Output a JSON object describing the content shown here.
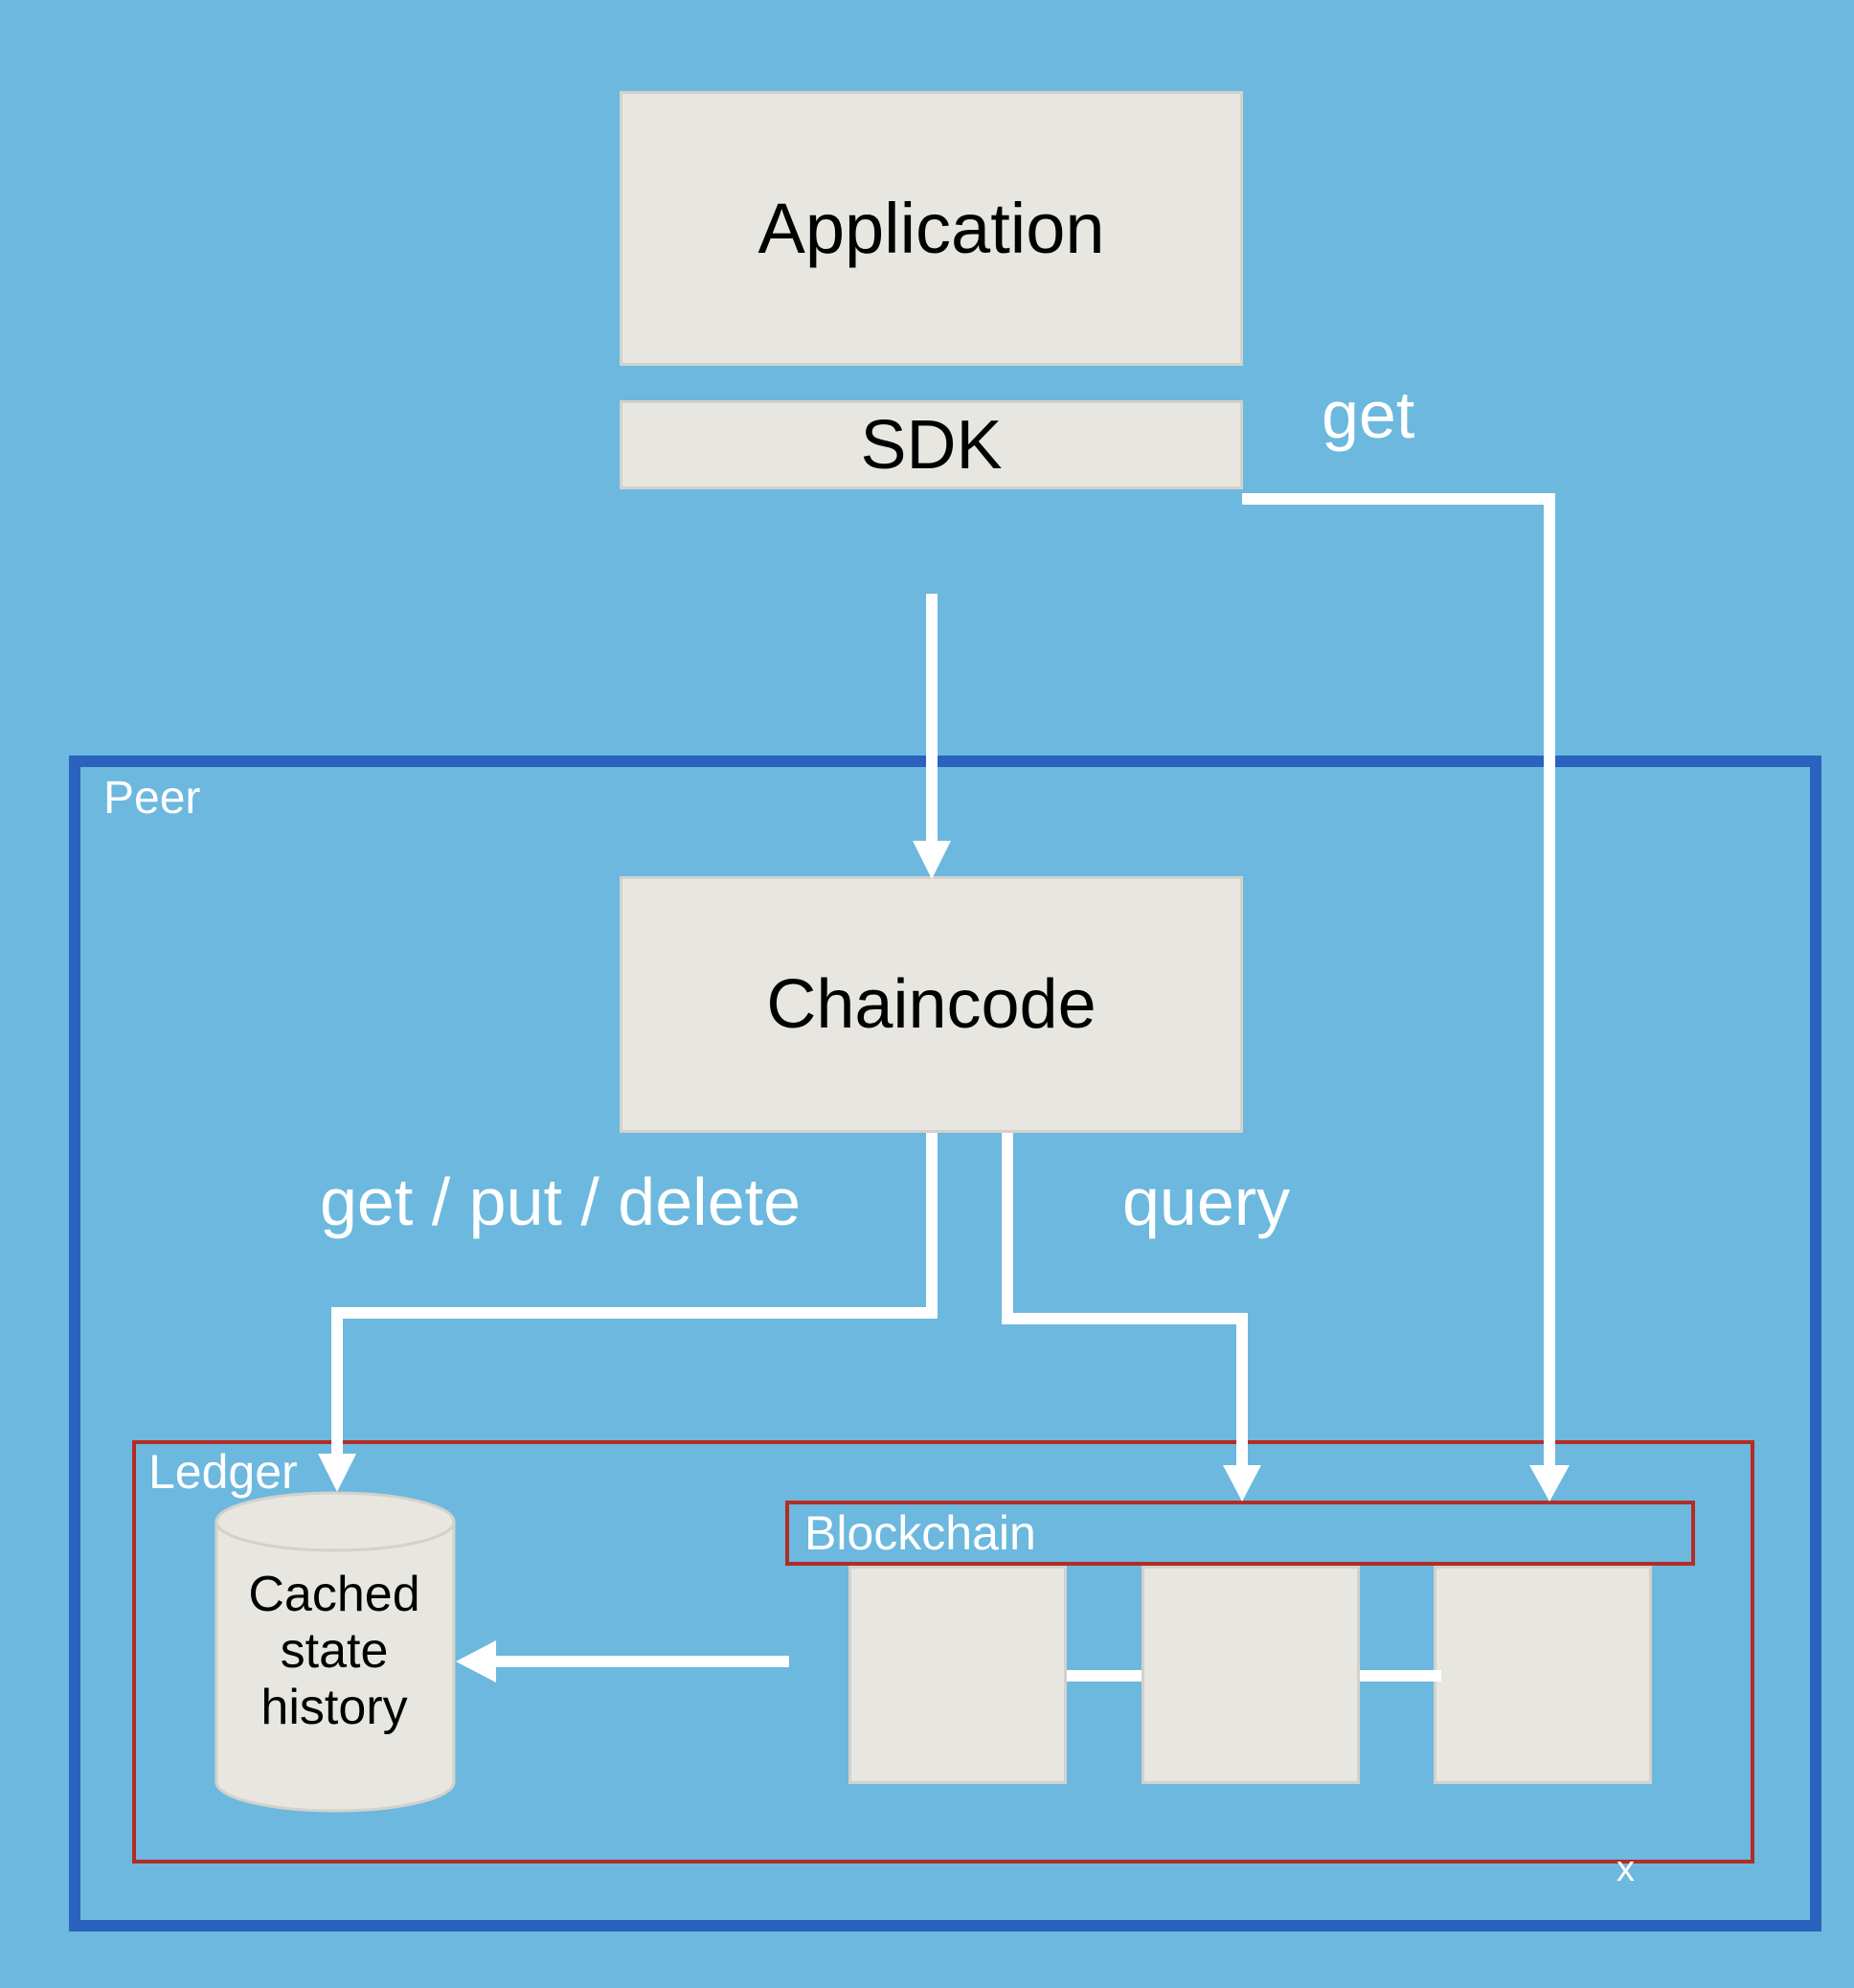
{
  "diagram": {
    "application": "Application",
    "sdk": "SDK",
    "get_label": "get",
    "peer_label": "Peer",
    "chaincode": "Chaincode",
    "get_put_delete_label": "get / put / delete",
    "query_label": "query",
    "ledger_label": "Ledger",
    "blockchain_label": "Blockchain",
    "cached_state_lines": [
      "Cached",
      "state",
      "history"
    ],
    "corner_mark": "x"
  },
  "colors": {
    "background": "#6cb8de",
    "box_fill": "#e8e6e1",
    "peer_border": "#2a62bd",
    "ledger_border": "#b22d24",
    "arrow": "#ffffff",
    "label_text": "#ffffff"
  }
}
